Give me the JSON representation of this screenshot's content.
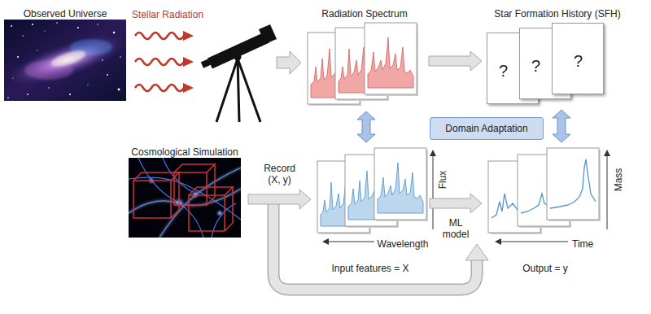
{
  "diagram": {
    "nodes": [
      {
        "text": [
          "Observed Universe"
        ]
      },
      {
        "text": [
          "Radiation Spectrum"
        ]
      },
      {
        "text": [
          "Star Formation History (SFH)"
        ]
      },
      {
        "text": [
          "?"
        ],
        "in": 2
      },
      {
        "text": [
          "?"
        ],
        "in": 2
      },
      {
        "text": [
          "?"
        ],
        "in": 2
      },
      {
        "text": [
          "Domain Adaptation"
        ]
      },
      {
        "text": [
          "Cosmological Simulation"
        ]
      },
      {
        "text": [
          "Input features = X"
        ]
      },
      {
        "text": [
          "Output = y"
        ]
      }
    ],
    "edges": [
      {
        "from": 1,
        "to": 2,
        "arrow": "to"
      },
      {
        "from": 1,
        "to": 8,
        "arrow": "both"
      },
      {
        "from": 2,
        "to": 9,
        "arrow": "both"
      },
      {
        "from": 7,
        "to": 8,
        "label": "Record (X, y)",
        "arrow": "to"
      },
      {
        "from": 8,
        "to": 9,
        "label": "ML model",
        "arrow": "to"
      }
    ],
    "labels": [
      "Stellar Radiation",
      "Flux",
      "Wavelength",
      "Mass",
      "Time"
    ]
  }
}
